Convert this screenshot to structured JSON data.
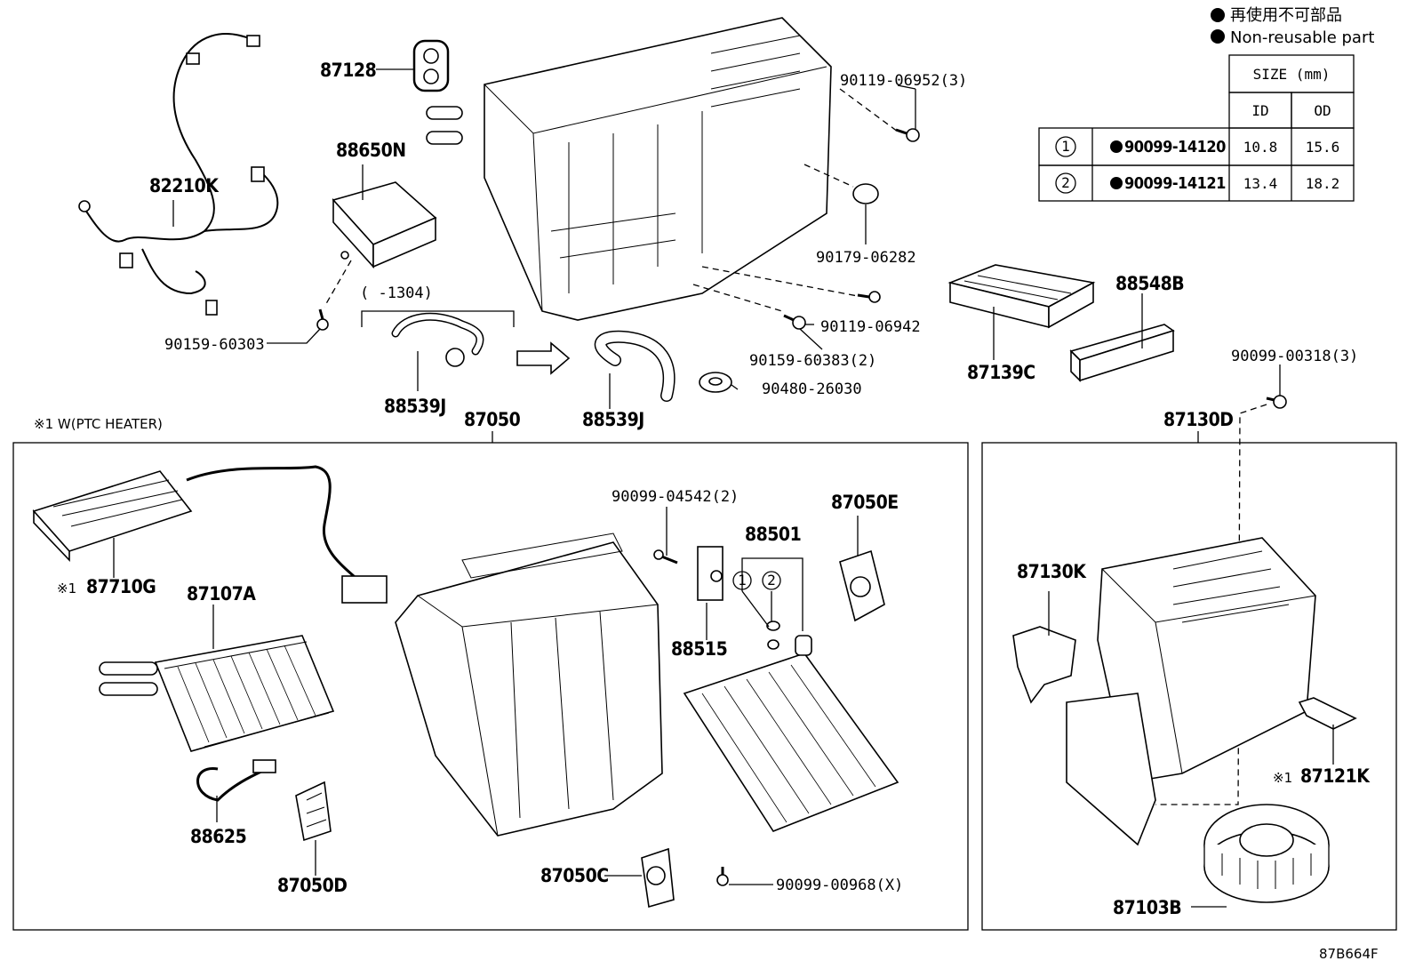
{
  "legend": {
    "ja": "再使用不可部品",
    "en": "Non-reusable part"
  },
  "size_table": {
    "header": "SIZE (mm)",
    "columns": [
      "ID",
      "OD"
    ],
    "rows": [
      {
        "ref": "1",
        "part": "90099-14120",
        "id": "10.8",
        "od": "15.6"
      },
      {
        "ref": "2",
        "part": "90099-14121",
        "id": "13.4",
        "od": "18.2"
      }
    ]
  },
  "note_ptc": "※1 W(PTC HEATER)",
  "range_note": "(     -1304)",
  "diagram_code": "87B664F",
  "labels": {
    "p87128": "87128",
    "p88650N": "88650N",
    "p82210K": "82210K",
    "p90159_60303": "90159-60303",
    "p88539J_a": "88539J",
    "p88539J_b": "88539J",
    "p87050": "87050",
    "p90119_06952": "90119-06952(3)",
    "p90179_06282": "90179-06282",
    "p90119_06942": "90119-06942",
    "p90159_60383": "90159-60383(2)",
    "p90480_26030": "90480-26030",
    "p88548B": "88548B",
    "p87139C": "87139C",
    "p90099_00318": "90099-00318(3)",
    "p87130D": "87130D",
    "p87710G": "87710G",
    "p87710G_mark": "※1",
    "p87107A": "87107A",
    "p88625": "88625",
    "p87050D": "87050D",
    "p90099_04542": "90099-04542(2)",
    "p88501": "88501",
    "p88515": "88515",
    "p87050E": "87050E",
    "p87050C": "87050C",
    "p90099_00968": "90099-00968(X)",
    "p87130K": "87130K",
    "p87121K": "87121K",
    "p87121K_mark": "※1",
    "p87103B": "87103B",
    "ref1": "1",
    "ref2": "2"
  }
}
